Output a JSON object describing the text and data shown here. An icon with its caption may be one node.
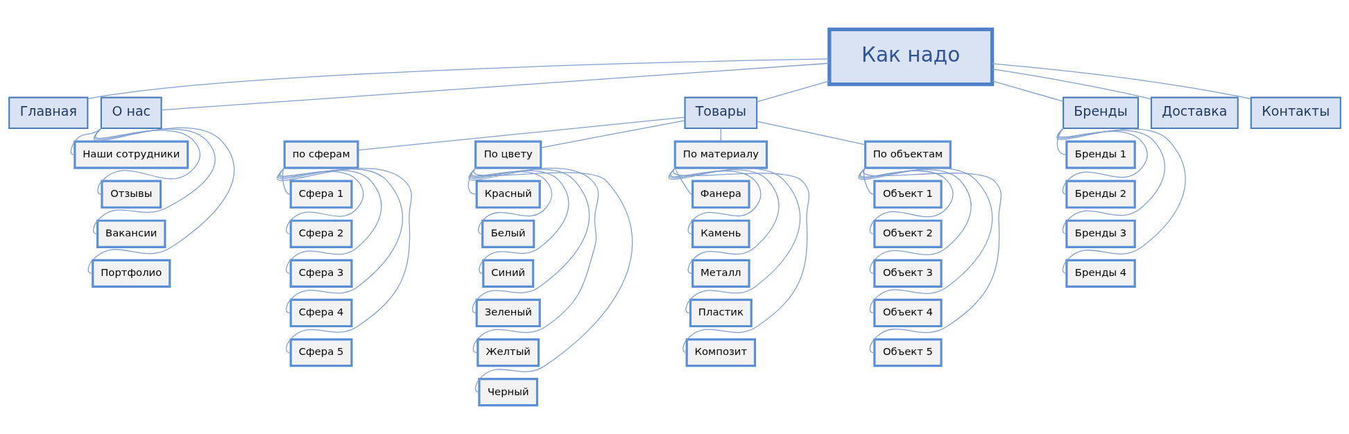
{
  "diagram": {
    "nodes": [
      {
        "text": [
          "Как надо"
        ]
      },
      {
        "text": [
          "Главная"
        ]
      },
      {
        "text": [
          "О нас"
        ]
      },
      {
        "text": [
          "Товары"
        ]
      },
      {
        "text": [
          "Бренды"
        ]
      },
      {
        "text": [
          "Доставка"
        ]
      },
      {
        "text": [
          "Контакты"
        ]
      },
      {
        "text": [
          "Наши сотрудники"
        ]
      },
      {
        "text": [
          "Отзывы"
        ]
      },
      {
        "text": [
          "Вакансии"
        ]
      },
      {
        "text": [
          "Портфолио"
        ]
      },
      {
        "text": [
          "по сферам"
        ]
      },
      {
        "text": [
          "По цвету"
        ]
      },
      {
        "text": [
          "По материалу"
        ]
      },
      {
        "text": [
          "По объектам"
        ]
      },
      {
        "text": [
          "Сфера 1"
        ]
      },
      {
        "text": [
          "Сфера 2"
        ]
      },
      {
        "text": [
          "Сфера 3"
        ]
      },
      {
        "text": [
          "Сфера 4"
        ]
      },
      {
        "text": [
          "Сфера 5"
        ]
      },
      {
        "text": [
          "Красный"
        ]
      },
      {
        "text": [
          "Белый"
        ]
      },
      {
        "text": [
          "Синий"
        ]
      },
      {
        "text": [
          "Зеленый"
        ]
      },
      {
        "text": [
          "Желтый"
        ]
      },
      {
        "text": [
          "Черный"
        ]
      },
      {
        "text": [
          "Фанера"
        ]
      },
      {
        "text": [
          "Камень"
        ]
      },
      {
        "text": [
          "Металл"
        ]
      },
      {
        "text": [
          "Пластик"
        ]
      },
      {
        "text": [
          "Композит"
        ]
      },
      {
        "text": [
          "Объект 1"
        ]
      },
      {
        "text": [
          "Объект 2"
        ]
      },
      {
        "text": [
          "Объект 3"
        ]
      },
      {
        "text": [
          "Объект 4"
        ]
      },
      {
        "text": [
          "Объект 5"
        ]
      },
      {
        "text": [
          "Бренды 1"
        ]
      },
      {
        "text": [
          "Бренды 2"
        ]
      },
      {
        "text": [
          "Бренды 3"
        ]
      },
      {
        "text": [
          "Бренды 4"
        ]
      }
    ],
    "edges": [
      {
        "from": 0,
        "to": 1,
        "arrow": "none"
      },
      {
        "from": 0,
        "to": 2,
        "arrow": "none"
      },
      {
        "from": 0,
        "to": 3,
        "arrow": "none"
      },
      {
        "from": 0,
        "to": 4,
        "arrow": "none"
      },
      {
        "from": 0,
        "to": 5,
        "arrow": "none"
      },
      {
        "from": 0,
        "to": 6,
        "arrow": "none"
      },
      {
        "from": 2,
        "to": 7,
        "arrow": "none"
      },
      {
        "from": 2,
        "to": 8,
        "arrow": "none"
      },
      {
        "from": 2,
        "to": 9,
        "arrow": "none"
      },
      {
        "from": 2,
        "to": 10,
        "arrow": "none"
      },
      {
        "from": 3,
        "to": 11,
        "arrow": "none"
      },
      {
        "from": 3,
        "to": 12,
        "arrow": "none"
      },
      {
        "from": 3,
        "to": 13,
        "arrow": "none"
      },
      {
        "from": 3,
        "to": 14,
        "arrow": "none"
      },
      {
        "from": 11,
        "to": 15,
        "arrow": "none"
      },
      {
        "from": 11,
        "to": 16,
        "arrow": "none"
      },
      {
        "from": 11,
        "to": 17,
        "arrow": "none"
      },
      {
        "from": 11,
        "to": 18,
        "arrow": "none"
      },
      {
        "from": 11,
        "to": 19,
        "arrow": "none"
      },
      {
        "from": 12,
        "to": 20,
        "arrow": "none"
      },
      {
        "from": 12,
        "to": 21,
        "arrow": "none"
      },
      {
        "from": 12,
        "to": 22,
        "arrow": "none"
      },
      {
        "from": 12,
        "to": 23,
        "arrow": "none"
      },
      {
        "from": 12,
        "to": 24,
        "arrow": "none"
      },
      {
        "from": 12,
        "to": 25,
        "arrow": "none"
      },
      {
        "from": 13,
        "to": 26,
        "arrow": "none"
      },
      {
        "from": 13,
        "to": 27,
        "arrow": "none"
      },
      {
        "from": 13,
        "to": 28,
        "arrow": "none"
      },
      {
        "from": 13,
        "to": 29,
        "arrow": "none"
      },
      {
        "from": 13,
        "to": 30,
        "arrow": "none"
      },
      {
        "from": 14,
        "to": 31,
        "arrow": "none"
      },
      {
        "from": 14,
        "to": 32,
        "arrow": "none"
      },
      {
        "from": 14,
        "to": 33,
        "arrow": "none"
      },
      {
        "from": 14,
        "to": 34,
        "arrow": "none"
      },
      {
        "from": 14,
        "to": 35,
        "arrow": "none"
      },
      {
        "from": 4,
        "to": 36,
        "arrow": "none"
      },
      {
        "from": 4,
        "to": 37,
        "arrow": "none"
      },
      {
        "from": 4,
        "to": 38,
        "arrow": "none"
      },
      {
        "from": 4,
        "to": 39,
        "arrow": "none"
      }
    ]
  }
}
